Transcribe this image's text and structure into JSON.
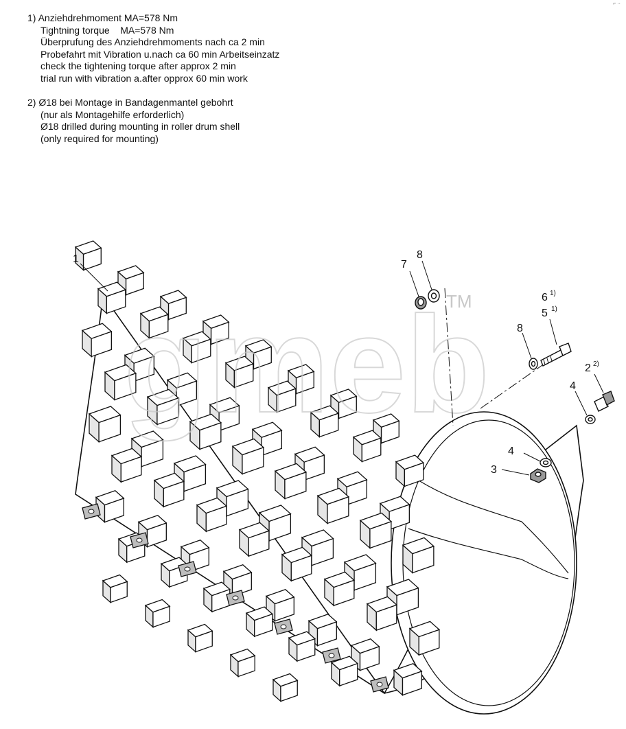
{
  "notes": {
    "note1": {
      "lines": [
        "1) Anziehdrehmoment MA=578 Nm",
        "Tightning torque    MA=578 Nm",
        "Überprufung des Anziehdrehmoments nach ca 2 min",
        "Probefahrt mit Vibration u.nach ca 60 min Arbeitseinzatz",
        "check the tightening torque after approx 2 min",
        "trial run with vibration a.after opprox 60 min work"
      ]
    },
    "note2": {
      "lines": [
        "2) Ø18 bei Montage in Bandagenmantel gebohrt",
        "(nur als Montagehilfe erforderlich)",
        "Ø18 drilled during mounting in roller drum shell",
        "(only required for mounting)"
      ]
    }
  },
  "watermark": {
    "text": "gmeb",
    "tm": "TM"
  },
  "callouts": [
    {
      "id": "c1",
      "label": "1",
      "sup": ""
    },
    {
      "id": "c7",
      "label": "7",
      "sup": ""
    },
    {
      "id": "c8a",
      "label": "8",
      "sup": ""
    },
    {
      "id": "c6",
      "label": "6",
      "sup": "1)"
    },
    {
      "id": "c5",
      "label": "5",
      "sup": "1)"
    },
    {
      "id": "c8b",
      "label": "8",
      "sup": ""
    },
    {
      "id": "c2",
      "label": "2",
      "sup": "2)"
    },
    {
      "id": "c4a",
      "label": "4",
      "sup": ""
    },
    {
      "id": "c4b",
      "label": "4",
      "sup": ""
    },
    {
      "id": "c3",
      "label": "3",
      "sup": ""
    }
  ],
  "colors": {
    "line": "#111111",
    "watermark": "#c8c8c8",
    "lug_shade": "#e6e6e6"
  }
}
